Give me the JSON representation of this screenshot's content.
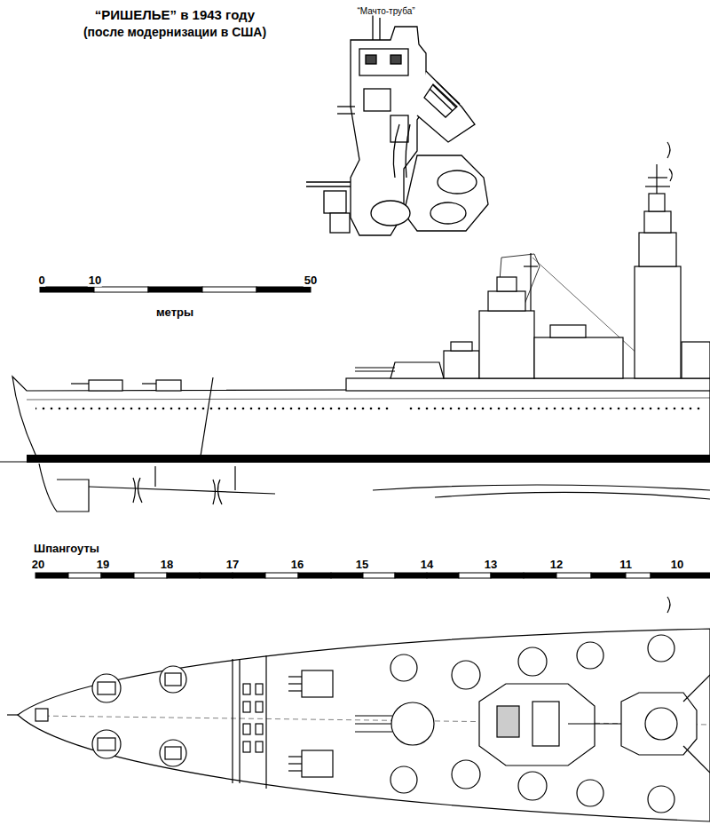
{
  "diagram": {
    "title": "“РИШЕЛЬЕ” в 1943 году",
    "labels": [
      "(после модернизации в США)",
      "“Мачто-труба”",
      "0",
      "10",
      "50",
      "метры",
      "Шпангоуты",
      "20",
      "19",
      "18",
      "17",
      "16",
      "15",
      "14",
      "13",
      "12",
      "11",
      "10"
    ]
  }
}
